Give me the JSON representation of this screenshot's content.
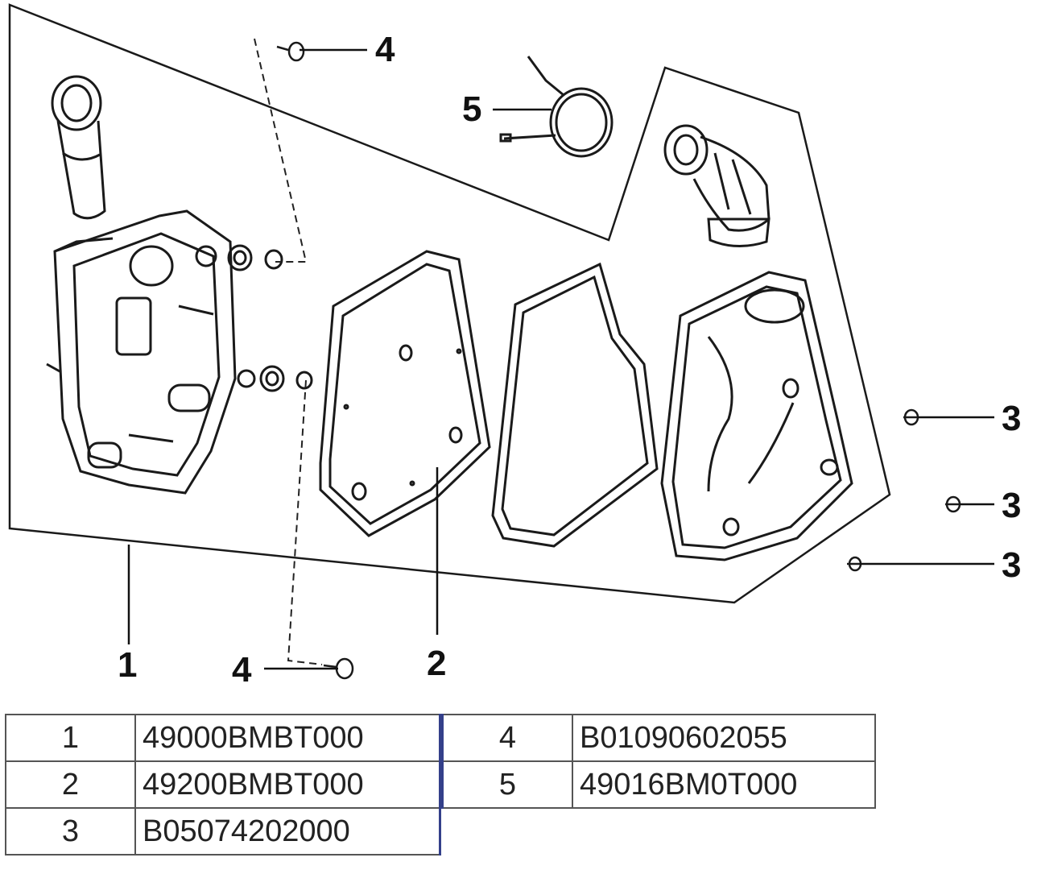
{
  "callouts": {
    "c1": "1",
    "c2": "2",
    "c3a": "3",
    "c3b": "3",
    "c3c": "3",
    "c4a": "4",
    "c4b": "4",
    "c5": "5"
  },
  "parts_table": {
    "left": [
      {
        "num": "1",
        "code": "49000BMBT000"
      },
      {
        "num": "2",
        "code": "49200BMBT000"
      },
      {
        "num": "3",
        "code": "B05074202000"
      }
    ],
    "right": [
      {
        "num": "4",
        "code": "B01090602055"
      },
      {
        "num": "5",
        "code": "49016BM0T000"
      }
    ]
  }
}
